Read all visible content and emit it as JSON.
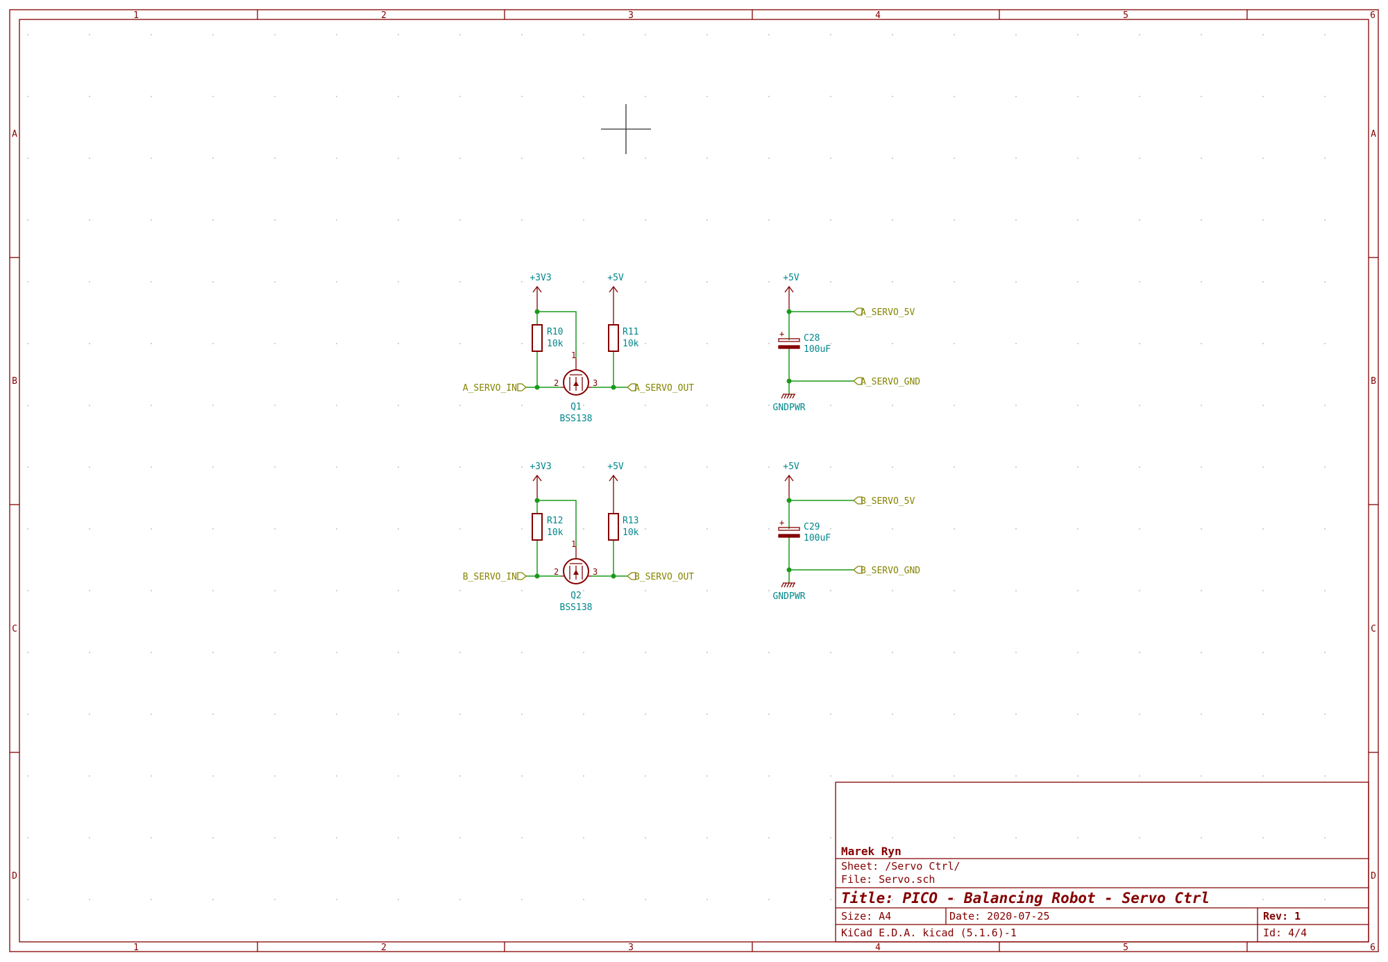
{
  "frame": {
    "columns": [
      "1",
      "2",
      "3",
      "4",
      "5",
      "6"
    ],
    "rows": [
      "A",
      "B",
      "C",
      "D"
    ]
  },
  "power": {
    "v33": "+3V3",
    "v5": "+5V",
    "gnd": "GNDPWR"
  },
  "components": {
    "R10": {
      "ref": "R10",
      "value": "10k"
    },
    "R11": {
      "ref": "R11",
      "value": "10k"
    },
    "R12": {
      "ref": "R12",
      "value": "10k"
    },
    "R13": {
      "ref": "R13",
      "value": "10k"
    },
    "Q1": {
      "ref": "Q1",
      "value": "BSS138",
      "pin_g": "1",
      "pin_s": "2",
      "pin_d": "3"
    },
    "Q2": {
      "ref": "Q2",
      "value": "BSS138",
      "pin_g": "1",
      "pin_s": "2",
      "pin_d": "3"
    },
    "C28": {
      "ref": "C28",
      "value": "100uF",
      "polarity": "+"
    },
    "C29": {
      "ref": "C29",
      "value": "100uF",
      "polarity": "+"
    }
  },
  "labels": {
    "a_in": "A_SERVO_IN",
    "a_out": "A_SERVO_OUT",
    "a_5v": "A_SERVO_5V",
    "a_gnd": "A_SERVO_GND",
    "b_in": "B_SERVO_IN",
    "b_out": "B_SERVO_OUT",
    "b_5v": "B_SERVO_5V",
    "b_gnd": "B_SERVO_GND"
  },
  "title_block": {
    "author": "Marek Ryn",
    "sheet": "Sheet: /Servo Ctrl/",
    "file": "File: Servo.sch",
    "title": "Title: PICO - Balancing Robot - Servo Ctrl",
    "size": "Size: A4",
    "date": "Date: 2020-07-25",
    "rev": "Rev: 1",
    "tool": "KiCad E.D.A.  kicad (5.1.6)-1",
    "id": "Id: 4/4"
  }
}
